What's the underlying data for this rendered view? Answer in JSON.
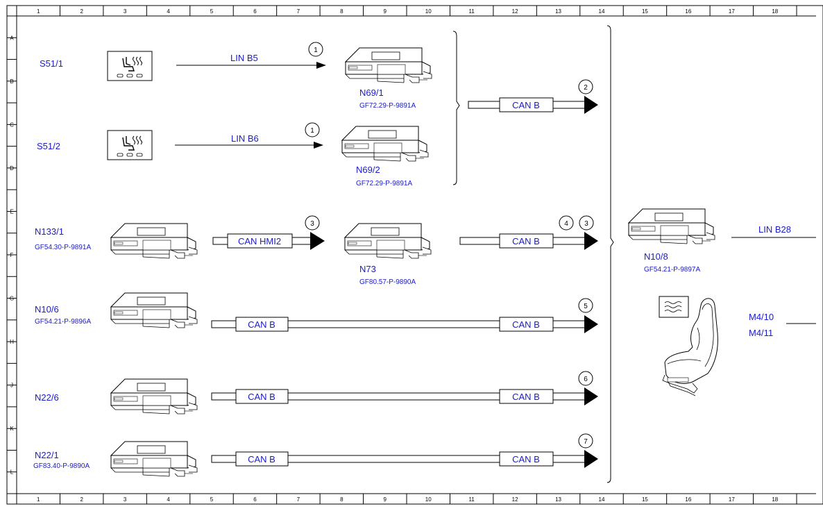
{
  "ruler": {
    "columns": [
      "1",
      "2",
      "3",
      "4",
      "5",
      "6",
      "7",
      "8",
      "9",
      "10",
      "11",
      "12",
      "13",
      "14",
      "15",
      "16",
      "17",
      "18"
    ],
    "rows": [
      "A",
      "B",
      "C",
      "D",
      "E",
      "F",
      "G",
      "H",
      "J",
      "K",
      "L"
    ]
  },
  "components": {
    "s51_1": {
      "id": "S51/1"
    },
    "s51_2": {
      "id": "S51/2"
    },
    "n69_1": {
      "id": "N69/1",
      "ref": "GF72.29-P-9891A"
    },
    "n69_2": {
      "id": "N69/2",
      "ref": "GF72.29-P-9891A"
    },
    "n133_1": {
      "id": "N133/1",
      "ref": "GF54.30-P-9891A"
    },
    "n73": {
      "id": "N73",
      "ref": "GF80.57-P-9890A"
    },
    "n10_6": {
      "id": "N10/6",
      "ref": "GF54.21-P-9896A"
    },
    "n22_6": {
      "id": "N22/6"
    },
    "n22_1": {
      "id": "N22/1",
      "ref": "GF83.40-P-9890A"
    },
    "n10_8": {
      "id": "N10/8",
      "ref": "GF54.21-P-9897A"
    },
    "m4_10": {
      "id": "M4/10"
    },
    "m4_11": {
      "id": "M4/11"
    }
  },
  "buses": {
    "lin_b5": "LIN B5",
    "lin_b6": "LIN B6",
    "lin_b28": "LIN B28",
    "can_b": "CAN B",
    "can_hmi2": "CAN HMI2"
  },
  "markers": {
    "m1": "1",
    "m2": "2",
    "m3": "3",
    "m4": "4",
    "m5": "5",
    "m6": "6",
    "m7": "7"
  }
}
